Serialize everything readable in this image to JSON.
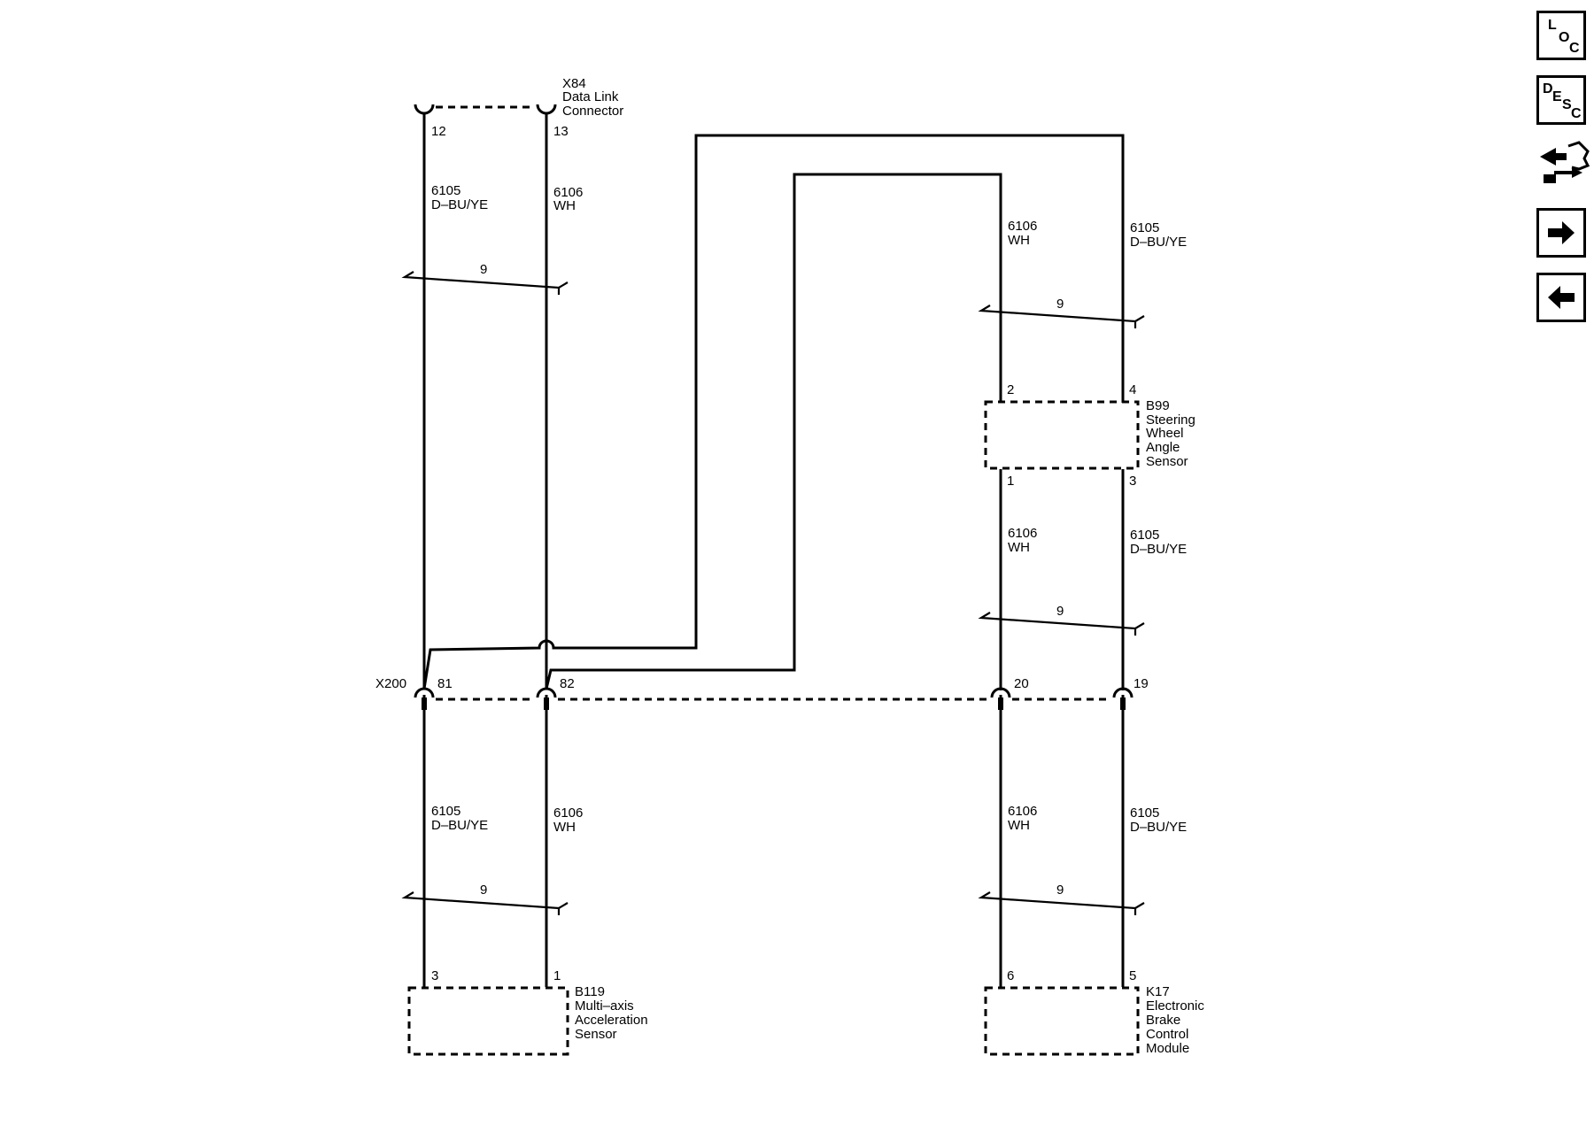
{
  "components": {
    "x84": {
      "ref": "X84",
      "line1": "Data Link",
      "line2": "Connector"
    },
    "x200": {
      "ref": "X200"
    },
    "b99": {
      "ref": "B99",
      "line1": "Steering",
      "line2": "Wheel",
      "line3": "Angle",
      "line4": "Sensor"
    },
    "b119": {
      "ref": "B119",
      "line1": "Multi–axis",
      "line2": "Acceleration",
      "line3": "Sensor"
    },
    "k17": {
      "ref": "K17",
      "line1": "Electronic",
      "line2": "Brake",
      "line3": "Control",
      "line4": "Module"
    }
  },
  "pins": {
    "x84_a": "12",
    "x84_b": "13",
    "x200_a": "81",
    "x200_b": "82",
    "x200_c": "20",
    "x200_d": "19",
    "b99_top_a": "2",
    "b99_top_b": "4",
    "b99_bot_a": "1",
    "b99_bot_b": "3",
    "b119_a": "3",
    "b119_b": "1",
    "k17_a": "6",
    "k17_b": "5"
  },
  "wires": {
    "w6105": {
      "circuit": "6105",
      "color": "D–BU/YE"
    },
    "w6106": {
      "circuit": "6106",
      "color": "WH"
    }
  },
  "twist": {
    "label": "9"
  },
  "toolbar": {
    "loc": {
      "l1": "L",
      "l2": "O",
      "l3": "C"
    },
    "desc": {
      "l1": "D",
      "l2": "E",
      "l3": "S",
      "l4": "C"
    }
  }
}
